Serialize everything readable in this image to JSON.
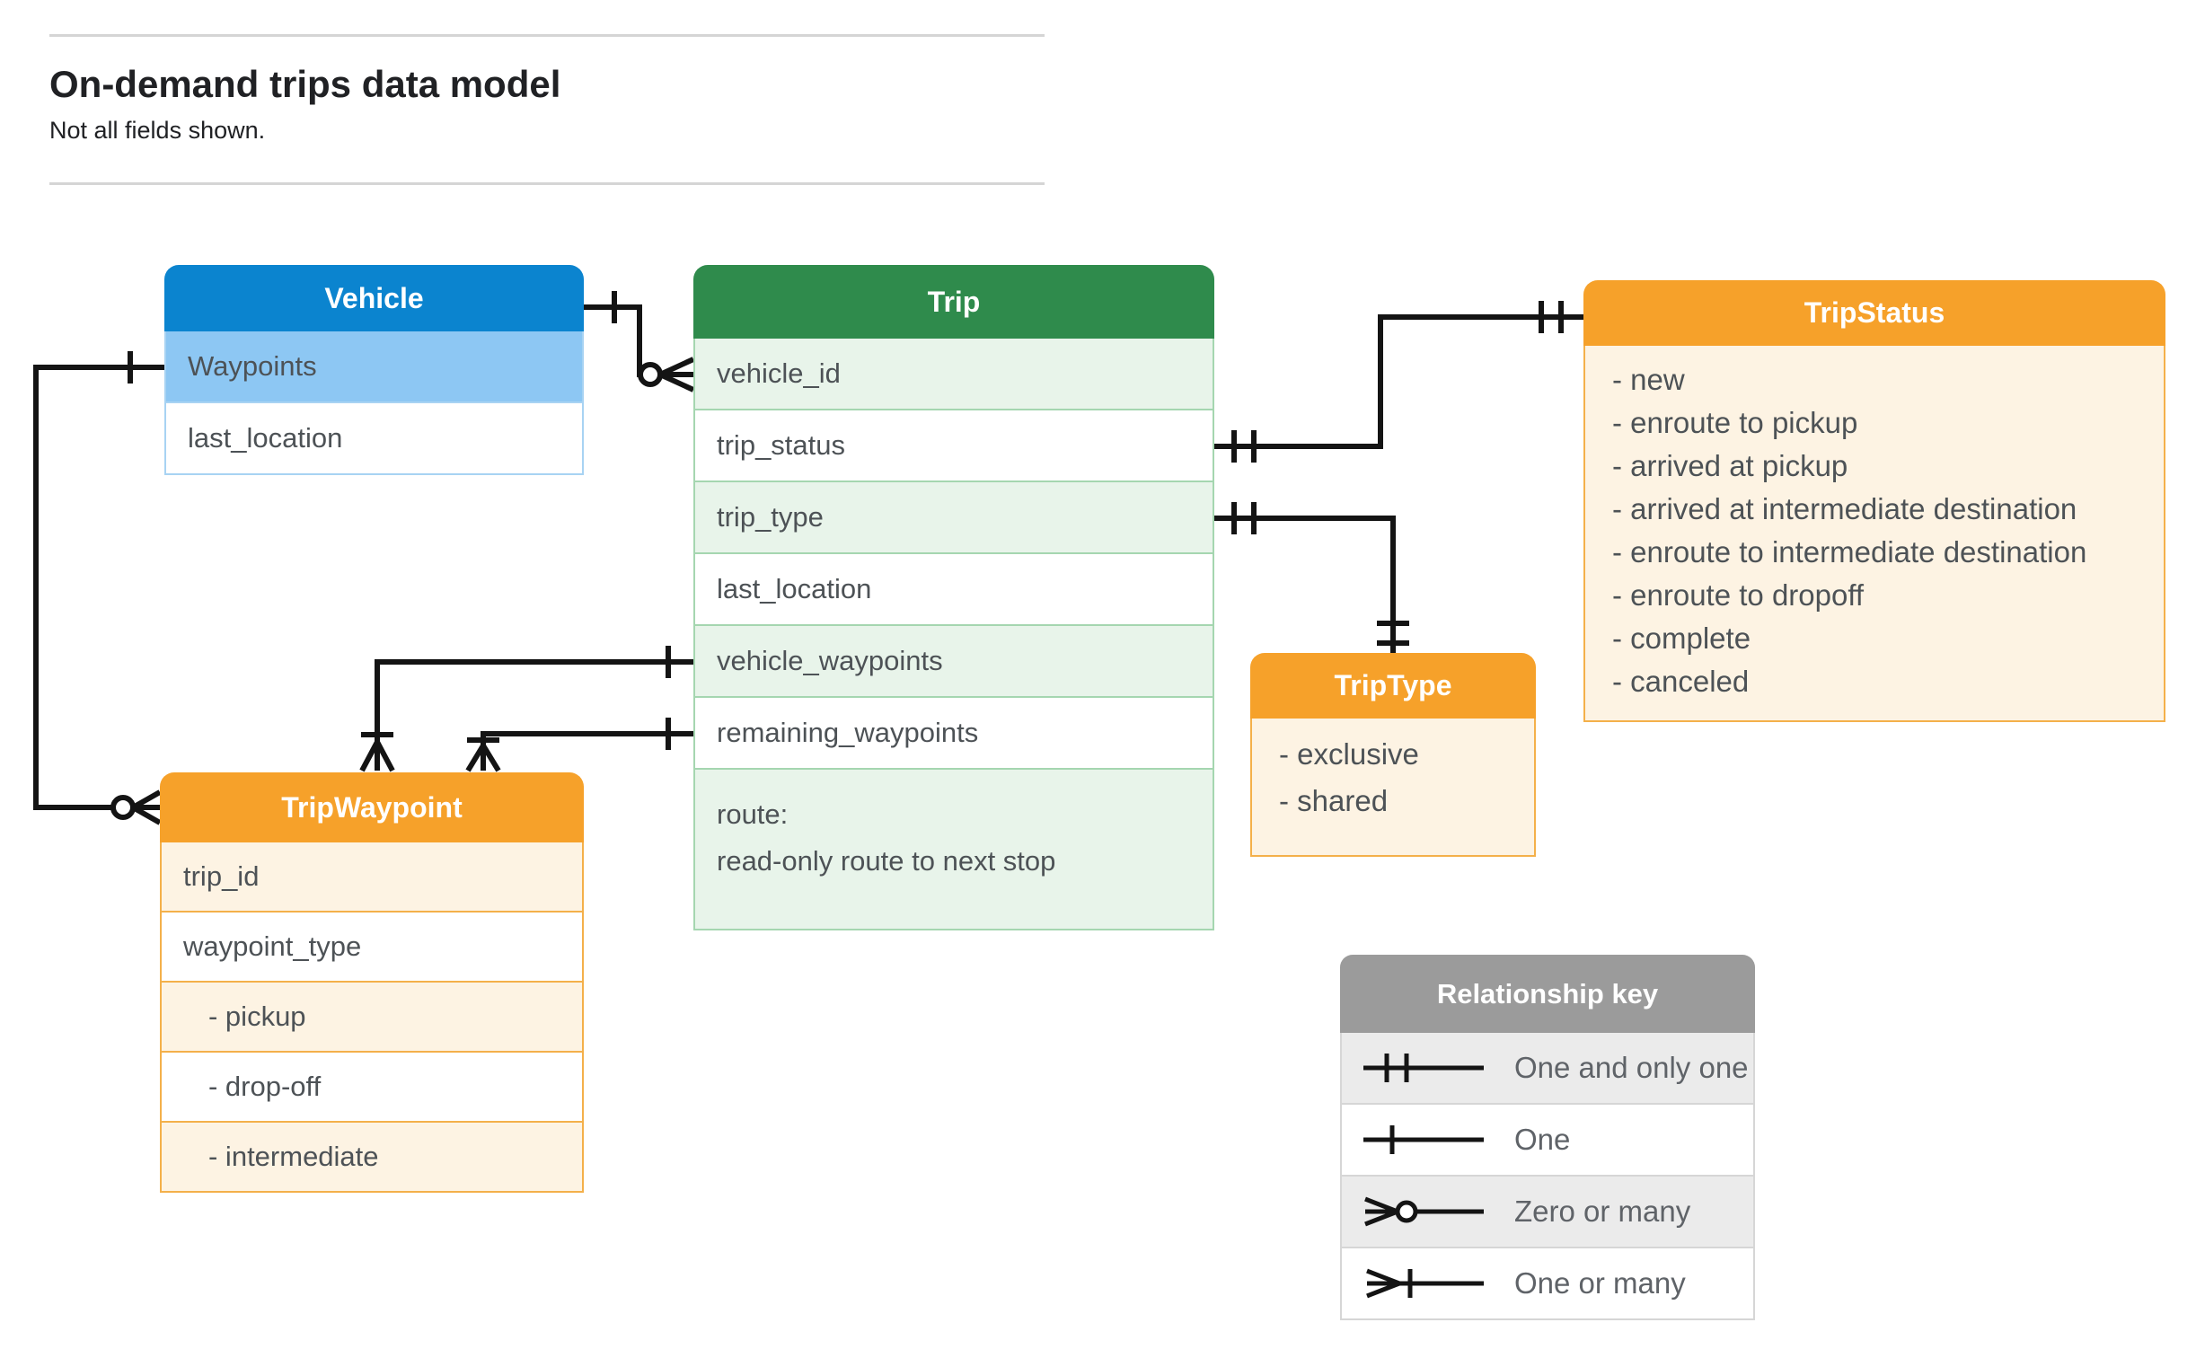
{
  "theme": {
    "blue": "#0b84cf",
    "blue-light": "#8dc7f3",
    "blue-border": "#a8d3f3",
    "green": "#2f8b4c",
    "green-light": "#e8f4ea",
    "green-border": "#a5d6b0",
    "orange": "#f6a12a",
    "orange-light": "#fdf3e3",
    "orange-border": "#f4b04a",
    "gray": "#9b9b9b",
    "gray-light": "#ebebeb",
    "gray-border": "#d6d6d6",
    "line": "#141414",
    "text-dark": "#202124",
    "text-field": "#4d5256",
    "text-legend": "#5f6368"
  },
  "page": {
    "title": "On-demand trips data model",
    "subtitle": "Not all fields shown."
  },
  "entities": {
    "vehicle": {
      "title": "Vehicle",
      "rows": [
        "Waypoints",
        "last_location"
      ]
    },
    "trip": {
      "title": "Trip",
      "rows": [
        "vehicle_id",
        "trip_status",
        "trip_type",
        "last_location",
        "vehicle_waypoints",
        "remaining_waypoints"
      ],
      "route": [
        "route:",
        "read-only route to next stop"
      ]
    },
    "trip_status": {
      "title": "TripStatus",
      "values": [
        "- new",
        "- enroute to pickup",
        "- arrived at pickup",
        "- arrived at intermediate destination",
        "- enroute to intermediate destination",
        "- enroute to dropoff",
        "- complete",
        "- canceled"
      ]
    },
    "trip_type": {
      "title": "TripType",
      "values": [
        "- exclusive",
        "- shared"
      ]
    },
    "trip_waypoint": {
      "title": "TripWaypoint",
      "rows": [
        "trip_id",
        "waypoint_type",
        "- pickup",
        "- drop-off",
        "- intermediate"
      ]
    }
  },
  "legend": {
    "title": "Relationship key",
    "items": [
      {
        "symbol": "one-and-only-one",
        "label": "One and only one"
      },
      {
        "symbol": "one",
        "label": "One"
      },
      {
        "symbol": "zero-or-many",
        "label": "Zero or many"
      },
      {
        "symbol": "one-or-many",
        "label": "One or many"
      }
    ]
  }
}
